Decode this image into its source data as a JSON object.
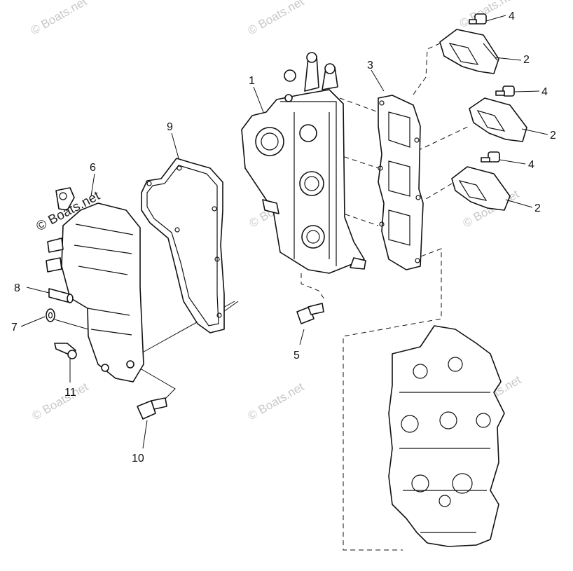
{
  "callouts": [
    {
      "id": "c1",
      "text": "1"
    },
    {
      "id": "c2a",
      "text": "2"
    },
    {
      "id": "c2b",
      "text": "2"
    },
    {
      "id": "c2c",
      "text": "2"
    },
    {
      "id": "c3",
      "text": "3"
    },
    {
      "id": "c4a",
      "text": "4"
    },
    {
      "id": "c4b",
      "text": "4"
    },
    {
      "id": "c4c",
      "text": "4"
    },
    {
      "id": "c5",
      "text": "5"
    },
    {
      "id": "c6",
      "text": "6"
    },
    {
      "id": "c7",
      "text": "7"
    },
    {
      "id": "c8",
      "text": "8"
    },
    {
      "id": "c9",
      "text": "9"
    },
    {
      "id": "c10",
      "text": "10"
    },
    {
      "id": "c11",
      "text": "11"
    }
  ],
  "watermark": {
    "text": "© Boats.net"
  }
}
